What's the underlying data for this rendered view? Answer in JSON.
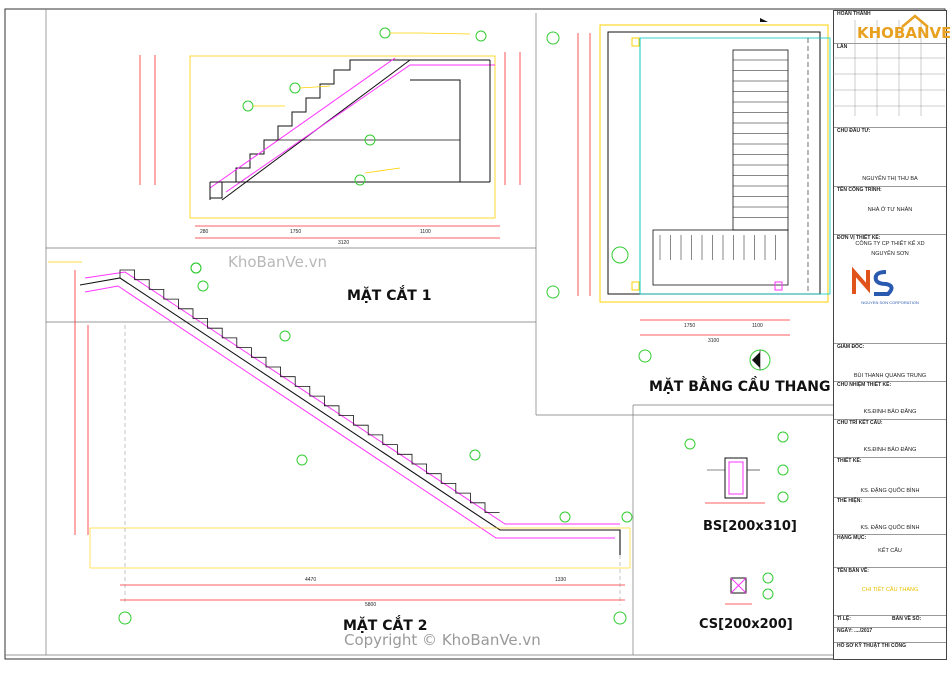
{
  "titles": {
    "section1": "MẶT CẮT 1",
    "section2": "MẶT CẮT 2",
    "plan": "MẶT BẰNG CẦU THANG",
    "beam1": "BS[200x310]",
    "beam2": "CS[200x200]"
  },
  "watermark": "KhoBanVe.vn",
  "copyright": "Copyright © KhoBanVe.vn",
  "logo": {
    "text": "KHOBANVE"
  },
  "titleblock": {
    "hoan_thanh": "HOÀN THÀNH",
    "lan": "LẦN",
    "chu_dau_tu": "CHỦ ĐẦU TƯ:",
    "owner_name": "NGUYỄN THỊ THU BA",
    "ten_cong_trinh": "TÊN CÔNG TRÌNH:",
    "project_name": "NHÀ Ở TƯ NHÂN",
    "don_vi_thiet_ke": "ĐƠN VỊ THIẾT KẾ:",
    "company_line1": "CÔNG TY CP THIẾT KẾ XD",
    "company_line2": "NGUYỄN SƠN",
    "company_sub": "NGUYEN SON CORPORATION",
    "giam_doc": "GIÁM ĐỐC:",
    "giam_doc_name": "BÙI THANH QUANG TRUNG",
    "chu_nhiem": "CHỦ NHIỆM THIẾT KẾ:",
    "chu_nhiem_name": "KS.ĐINH BẢO ĐĂNG",
    "chu_tri": "CHỦ TRÌ KẾT CẤU:",
    "chu_tri_name": "KS.ĐINH BẢO ĐĂNG",
    "thiet_ke": "THIẾT KẾ:",
    "thiet_ke_name": "KS. ĐẶNG QUỐC BÌNH",
    "ve": "THỂ HIỆN:",
    "ve_name": "KS. ĐẶNG QUỐC BÌNH",
    "hang_muc": "HẠNG MỤC:",
    "hang_muc_val": "KẾT CẤU",
    "ten_ban_ve": "TÊN BẢN VẼ:",
    "ten_ban_ve_val": "CHI TIẾT CẦU THANG",
    "ti_le": "TỈ LỆ:",
    "ban_ve_so": "BẢN VẼ SỐ:",
    "ngay": "NGÀY: ..../2017",
    "footer": "HỒ SƠ KỸ THUẬT THI CÔNG"
  },
  "dims": {
    "s1_total": "3120",
    "s1_a": "280",
    "s1_b": "1750",
    "s1_c": "1100",
    "plan_a": "1750",
    "plan_b": "1100",
    "plan_total": "3100",
    "s2_a": "4470",
    "s2_b": "1330",
    "s2_total": "5800"
  },
  "colors": {
    "line": "#111111",
    "dim": "#ff2a2a",
    "green": "#33cc33",
    "magenta": "#ff33ff",
    "cyan": "#00c8c8",
    "yellow": "#ffd000",
    "grey": "#888888"
  }
}
